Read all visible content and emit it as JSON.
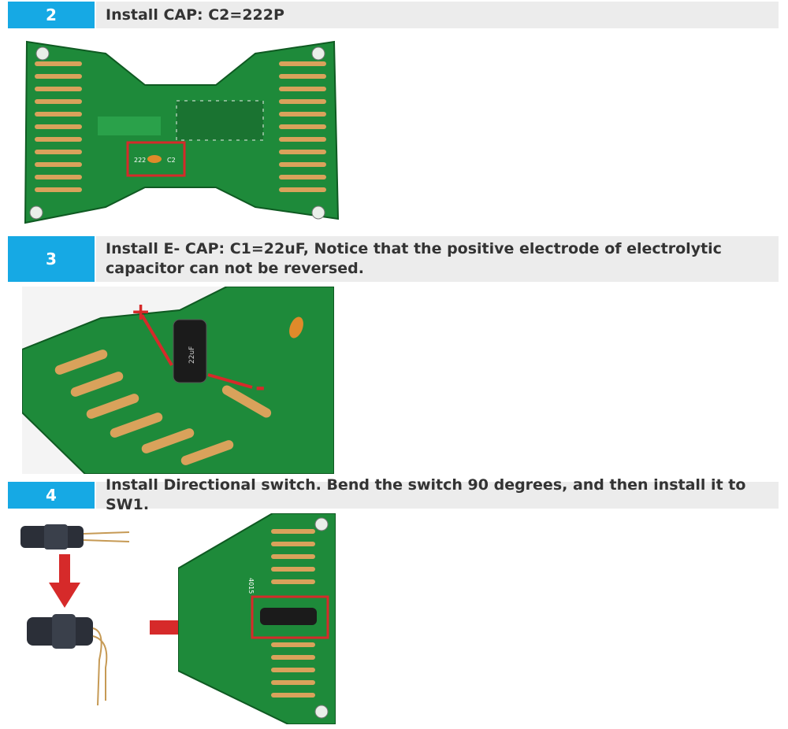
{
  "steps": [
    {
      "number": "2",
      "text": "Install CAP: C2=222P"
    },
    {
      "number": "3",
      "text": "Install E- CAP: C1=22uF, Notice that the positive electrode of electrolytic capacitor can not be reversed."
    },
    {
      "number": "4",
      "text": "Install Directional switch. Bend the switch 90 degrees, and then install it to SW1."
    }
  ],
  "photo_labels": {
    "cap_label": "222",
    "cap_designator": "C2",
    "ecap_print": "22uF",
    "plus": "+",
    "minus": "-",
    "ic_label": "4015"
  },
  "colors": {
    "accent": "#16a9e4",
    "header_bg": "#ececec",
    "pcb": "#1e8a3a",
    "highlight": "#d62a2a"
  }
}
